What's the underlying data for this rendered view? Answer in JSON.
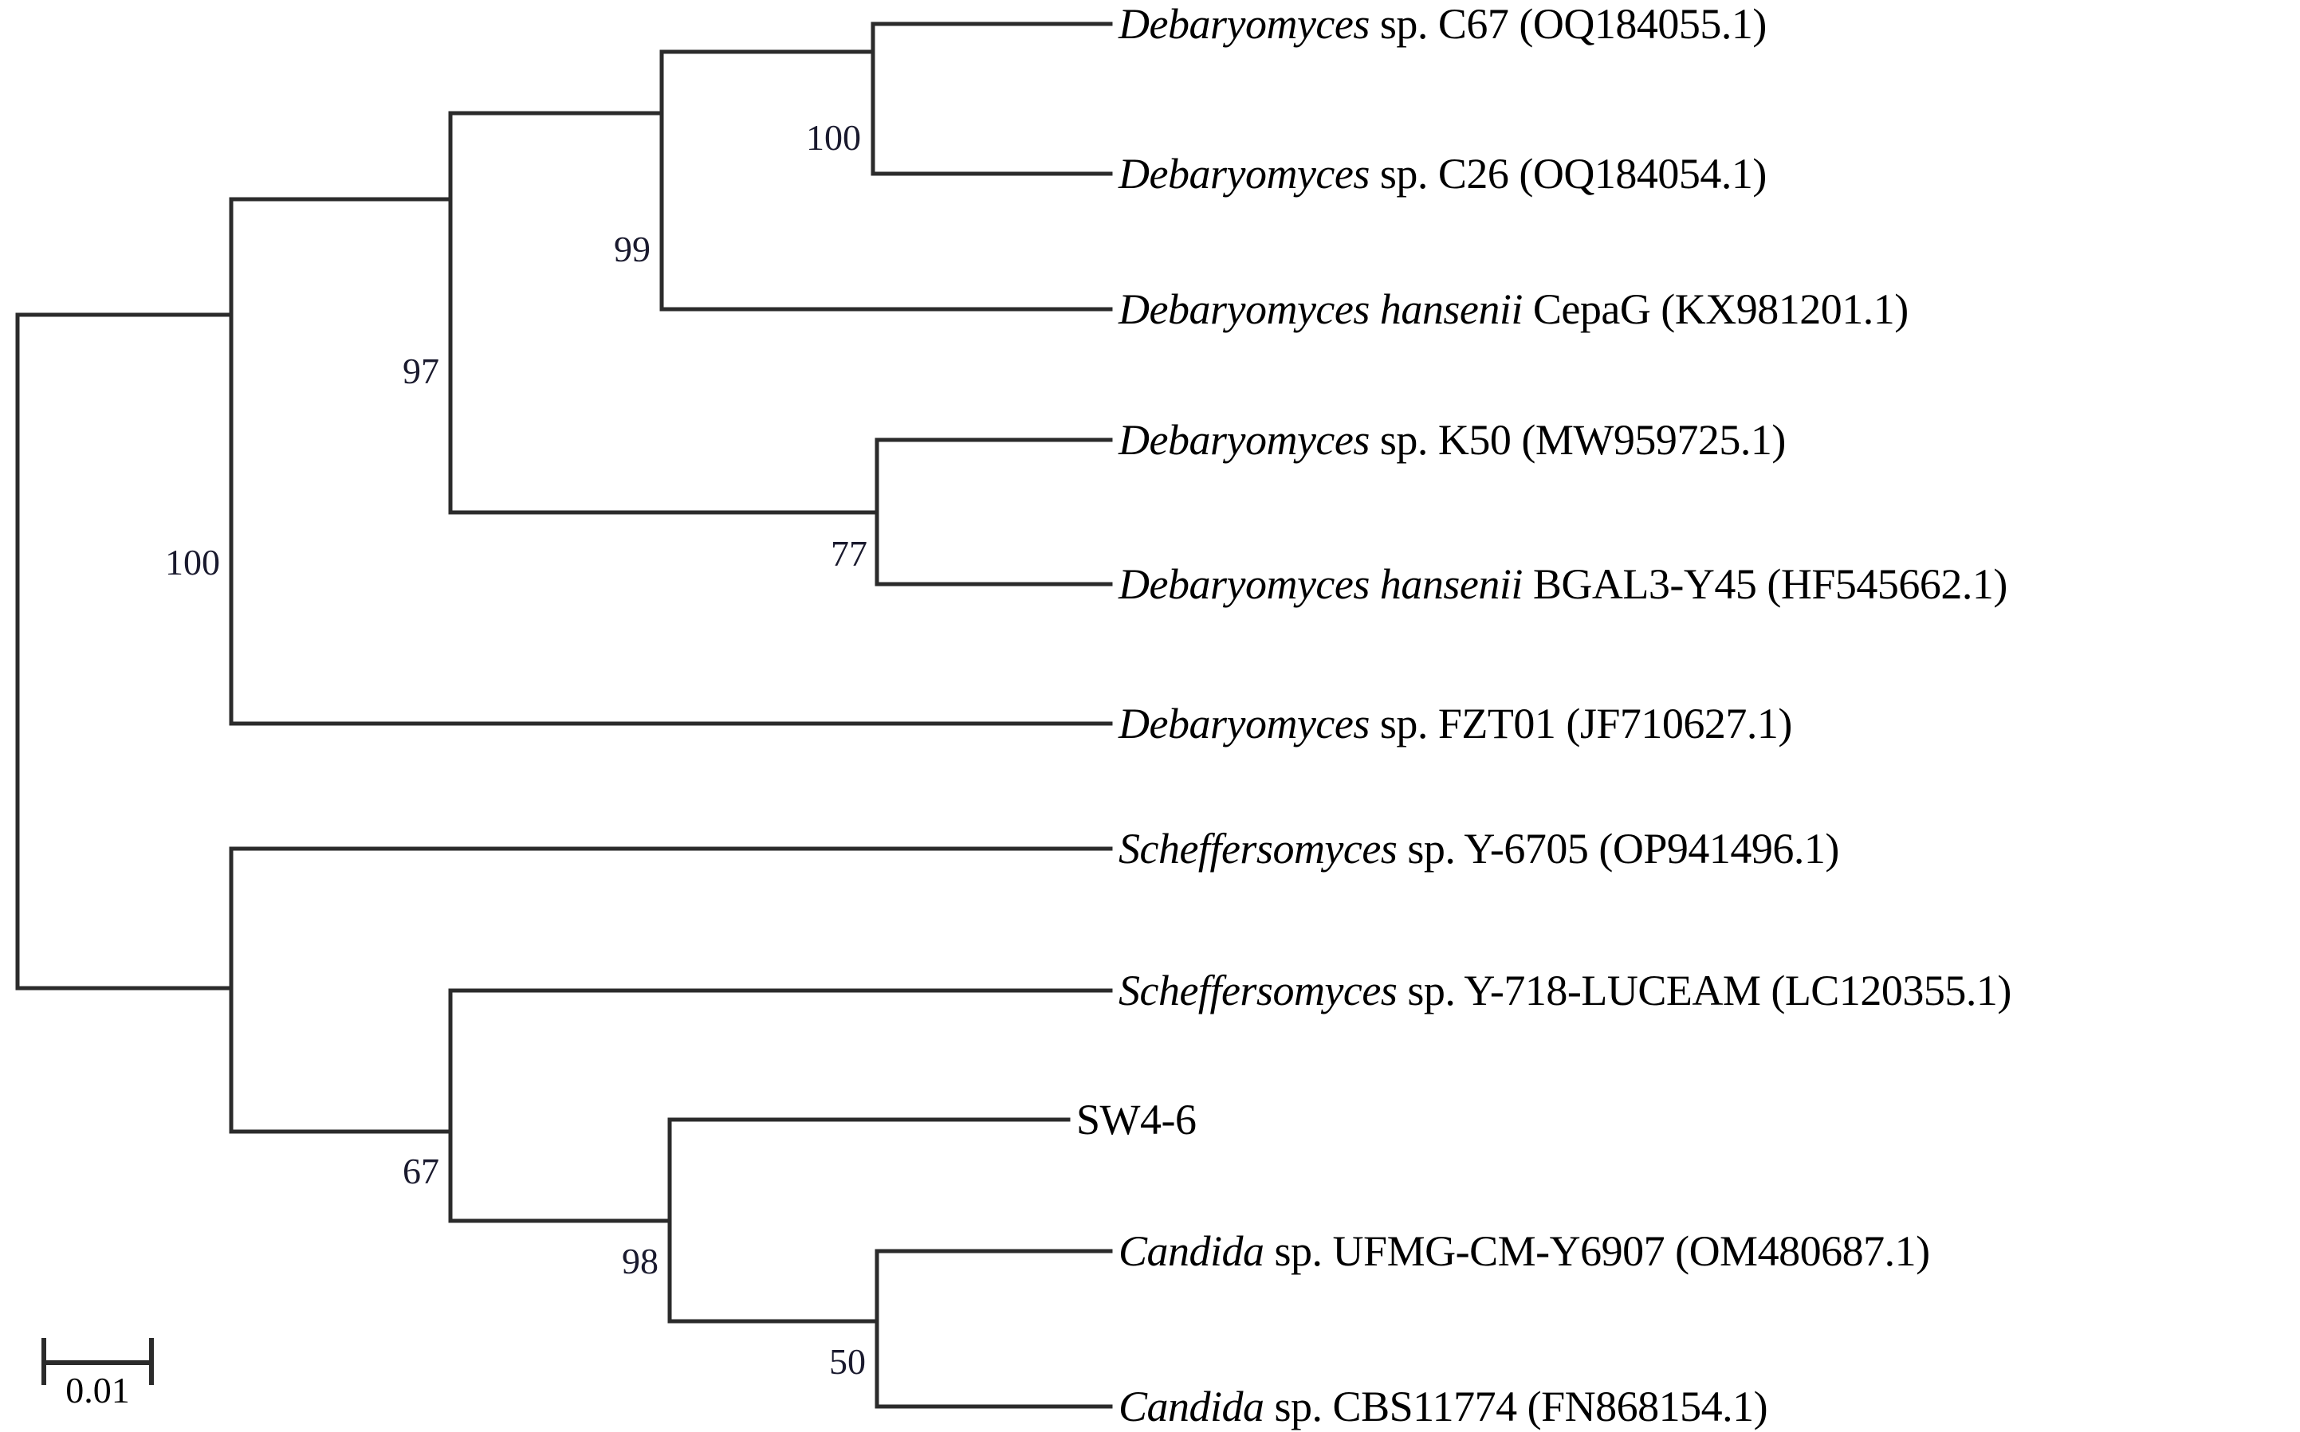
{
  "figure": {
    "type": "phylogenetic-tree",
    "background_color": "#ffffff",
    "line_color": "#2b2b2b",
    "label_color": "#000000",
    "bootstrap_color": "#1a1a2e"
  },
  "chart_data": {
    "type": "tree",
    "title": "",
    "leaf_count": 11,
    "scale_bar": {
      "label": "0.01",
      "value": 0.01,
      "pixel_length": 135
    },
    "taxa": [
      {
        "genus": "Debaryomyces",
        "rest": " sp. C67 (OQ184055.1)",
        "full": "Debaryomyces sp. C67 (OQ184055.1)",
        "italic_genus": true
      },
      {
        "genus": "Debaryomyces",
        "rest": " sp. C26 (OQ184054.1)",
        "full": "Debaryomyces sp. C26 (OQ184054.1)",
        "italic_genus": true
      },
      {
        "genus": "Debaryomyces hansenii",
        "rest": " CepaG (KX981201.1)",
        "full": "Debaryomyces hansenii CepaG (KX981201.1)",
        "italic_genus": true
      },
      {
        "genus": "Debaryomyces",
        "rest": " sp. K50 (MW959725.1)",
        "full": "Debaryomyces sp. K50 (MW959725.1)",
        "italic_genus": true
      },
      {
        "genus": "Debaryomyces hansenii",
        "rest": " BGAL3-Y45 (HF545662.1)",
        "full": "Debaryomyces hansenii BGAL3-Y45 (HF545662.1)",
        "italic_genus": true
      },
      {
        "genus": "Debaryomyces",
        "rest": " sp. FZT01 (JF710627.1)",
        "full": "Debaryomyces sp. FZT01 (JF710627.1)",
        "italic_genus": true
      },
      {
        "genus": "Scheffersomyces",
        "rest": " sp. Y-6705 (OP941496.1)",
        "full": "Scheffersomyces sp. Y-6705 (OP941496.1)",
        "italic_genus": true
      },
      {
        "genus": "Scheffersomyces",
        "rest": " sp. Y-718-LUCEAM (LC120355.1)",
        "full": "Scheffersomyces sp. Y-718-LUCEAM (LC120355.1)",
        "italic_genus": true
      },
      {
        "genus": "",
        "rest": "SW4-6",
        "full": "SW4-6",
        "italic_genus": false
      },
      {
        "genus": "Candida",
        "rest": " sp. UFMG-CM-Y6907 (OM480687.1)",
        "full": "Candida sp. UFMG-CM-Y6907 (OM480687.1)",
        "italic_genus": true
      },
      {
        "genus": "Candida",
        "rest": " sp. CBS11774 (FN868154.1)",
        "full": "Candida sp. CBS11774 (FN868154.1)",
        "italic_genus": true
      }
    ],
    "bootstrap_values": [
      {
        "id": "node-c67-c26",
        "value": "100",
        "supports": [
          "Debaryomyces sp. C67 (OQ184055.1)",
          "Debaryomyces sp. C26 (OQ184054.1)"
        ]
      },
      {
        "id": "node-hansenii-cepag",
        "value": "99",
        "supports": [
          "Debaryomyces sp. C67/C26 clade",
          "Debaryomyces hansenii CepaG (KX981201.1)"
        ]
      },
      {
        "id": "node-k50-bgal3",
        "value": "77",
        "supports": [
          "Debaryomyces sp. K50 (MW959725.1)",
          "Debaryomyces hansenii BGAL3-Y45 (HF545662.1)"
        ]
      },
      {
        "id": "node-debaryomyces-core",
        "value": "97",
        "supports": [
          "99 clade",
          "77 clade"
        ]
      },
      {
        "id": "node-debaryomyces-all",
        "value": "100",
        "supports": [
          "97 clade",
          "Debaryomyces sp. FZT01 (JF710627.1)"
        ]
      },
      {
        "id": "node-scheff-candida",
        "value": "67",
        "supports": [
          "Scheffersomyces sp. Y-718-LUCEAM (LC120355.1)",
          "98 clade"
        ]
      },
      {
        "id": "node-sw46-candida",
        "value": "98",
        "supports": [
          "SW4-6",
          "50 clade"
        ]
      },
      {
        "id": "node-candida-pair",
        "value": "50",
        "supports": [
          "Candida sp. UFMG-CM-Y6907 (OM480687.1)",
          "Candida sp. CBS11774 (FN868154.1)"
        ]
      }
    ]
  }
}
